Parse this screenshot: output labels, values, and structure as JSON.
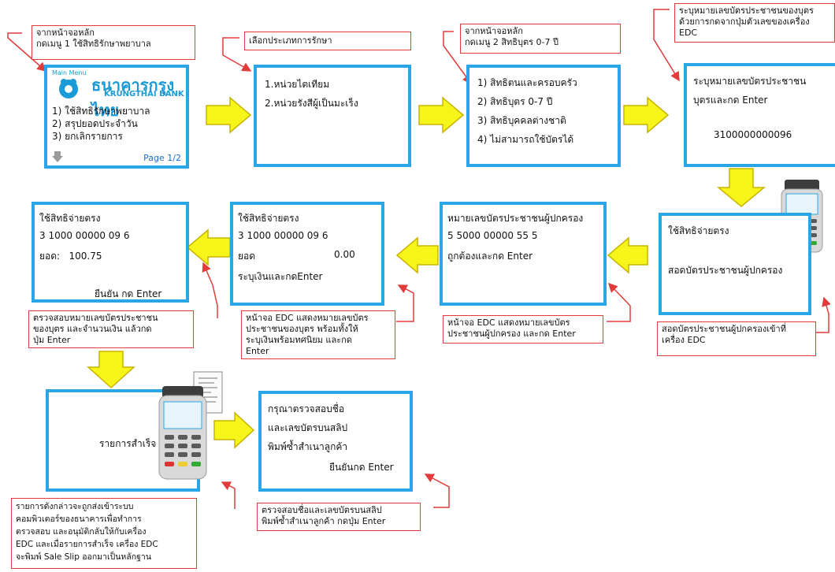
{
  "colors": {
    "screen_border": "#2aa6e6",
    "note_border": "#e23b3b",
    "arrow_fill": "#f5f51a",
    "arrow_stroke": "#c9b300"
  },
  "step1": {
    "note": "จากหน้าจอหลัก\nกดเมนู 1 ใช้สิทธิรักษาพยาบาล",
    "main_menu": "Main Menu",
    "bank_th": "ธนาคารกรุงไทย",
    "bank_en": "KRUNGTHAI BANK",
    "items": [
      "1) ใช้สิทธิรักษาพยาบาล",
      "2) สรุปยอดประจำวัน",
      "3) ยกเลิกรายการ"
    ],
    "page": "Page 1/2"
  },
  "step2": {
    "note": "เลือกประเภทการรักษา",
    "items": [
      "1.หน่วยไตเทียม",
      "2.หน่วยรังสีผู้เป็นมะเร็ง"
    ]
  },
  "step3": {
    "note": "จากหน้าจอหลัก\nกดเมนู 2 สิทธิบุตร 0-7 ปี",
    "items": [
      "1) สิทธิตนและครอบครัว",
      "2) สิทธิบุตร 0-7 ปี",
      "3) สิทธิบุคคลต่างชาติ",
      "4) ไม่สามารถใช้บัตรได้"
    ]
  },
  "step4": {
    "note": "ระบุหมายเลขบัตรประชาชนของบุตร\nด้วยการกดจากปุ่มตัวเลขของเครื่อง\nEDC",
    "line1": "ระบุหมายเลขบัตรประชาชน",
    "line2": "บุตรและกด Enter",
    "id": "3100000000096"
  },
  "step5": {
    "line1": "ใช้สิทธิจ่ายตรง",
    "line2": "สอดบัตรประชาชนผู้ปกครอง",
    "note": "สอดบัตรประชาชนผู้ปกครองเข้าที่\nเครื่อง EDC"
  },
  "step6": {
    "line1": "หมายเลขบัตรประชาชนผู้ปกครอง",
    "line2": "5 5000 00000 55 5",
    "line3": "ถูกต้องและกด Enter",
    "note": "หน้าจอ EDC แสดงหมายเลขบัตร\nประชาชนผู้ปกครอง และกด Enter"
  },
  "step7": {
    "line1": "ใช้สิทธิจ่ายตรง",
    "line2": "3 1000 00000 09 6",
    "amount_label": "ยอด",
    "amount_value": "0.00",
    "line4": "ระบุเงินและกดEnter",
    "note": "หน้าจอ EDC แสดงหมายเลขบัตร\nประชาชนของบุตร พร้อมทั้งให้\nระบุเงินพร้อมทศนิยม และกด\nEnter"
  },
  "step8": {
    "line1": "ใช้สิทธิจ่ายตรง",
    "line2": "3 1000 00000 09 6",
    "amount": "ยอด:   100.75",
    "confirm": "ยืนยัน กด Enter",
    "note": "ตรวจสอบหมายเลขบัตรประชาชน\nของบุตร และจำนวนเงิน แล้วกด\nปุ่ม Enter"
  },
  "step9": {
    "text": "รายการสำเร็จ",
    "note": "รายการดังกล่าวจะถูกส่งเข้าระบบ\nคอมพิวเตอร์ของธนาคารเพื่อทำการ\nตรวจสอบ และอนุมัติกลับให้กับเครื่อง\nEDC และเมื่อรายการสำเร็จ เครื่อง EDC\nจะพิมพ์ Sale Slip ออกมาเป็นหลักฐาน"
  },
  "step10": {
    "line1": "กรุณาตรวจสอบชื่อ",
    "line2": "และเลขบัตรบนสลิป",
    "line3": "พิมพ์ซ้ำสำเนาลูกค้า",
    "line4": "ยืนยันกด Enter",
    "note": "ตรวจสอบชื่อและเลขบัตรบนสลิป\nพิมพ์ซ้ำสำเนาลูกค้า กดปุ่ม Enter"
  }
}
